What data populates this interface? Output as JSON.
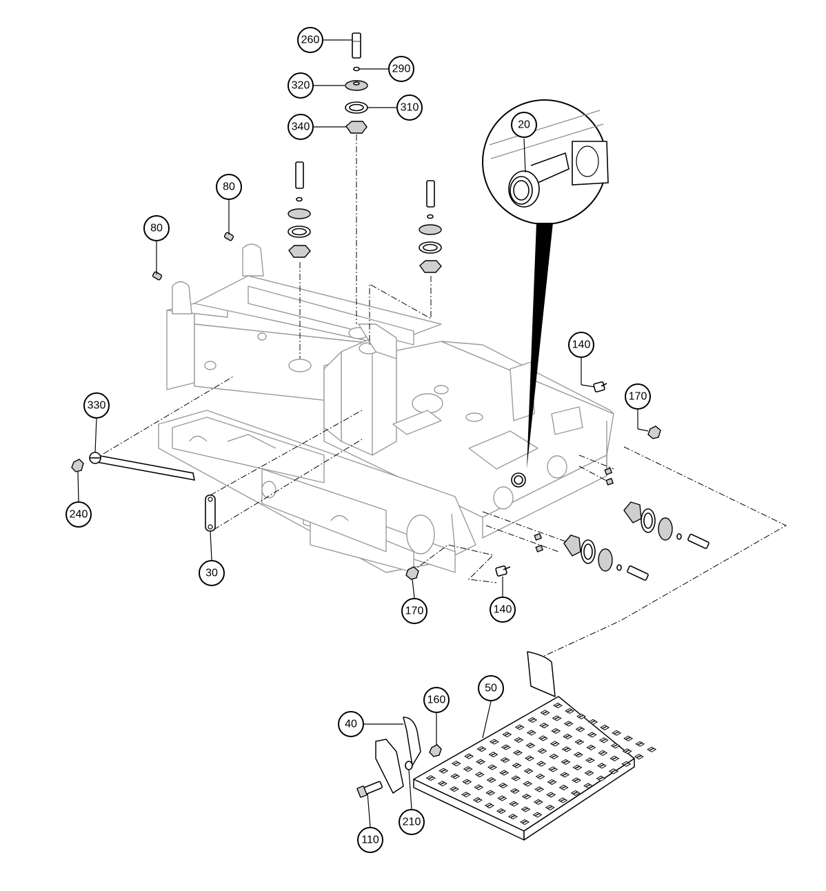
{
  "callouts": [
    {
      "id": "c260",
      "label": "260"
    },
    {
      "id": "c290",
      "label": "290"
    },
    {
      "id": "c320",
      "label": "320"
    },
    {
      "id": "c310",
      "label": "310"
    },
    {
      "id": "c340",
      "label": "340"
    },
    {
      "id": "c20",
      "label": "20"
    },
    {
      "id": "c80a",
      "label": "80"
    },
    {
      "id": "c80b",
      "label": "80"
    },
    {
      "id": "c140a",
      "label": "140"
    },
    {
      "id": "c170a",
      "label": "170"
    },
    {
      "id": "c330",
      "label": "330"
    },
    {
      "id": "c240",
      "label": "240"
    },
    {
      "id": "c30",
      "label": "30"
    },
    {
      "id": "c170b",
      "label": "170"
    },
    {
      "id": "c140b",
      "label": "140"
    },
    {
      "id": "c50",
      "label": "50"
    },
    {
      "id": "c160",
      "label": "160"
    },
    {
      "id": "c40",
      "label": "40"
    },
    {
      "id": "c210",
      "label": "210"
    },
    {
      "id": "c110",
      "label": "110"
    }
  ],
  "colors": {
    "line": "#000000",
    "frame": "#9a9a9a",
    "background": "#ffffff"
  }
}
